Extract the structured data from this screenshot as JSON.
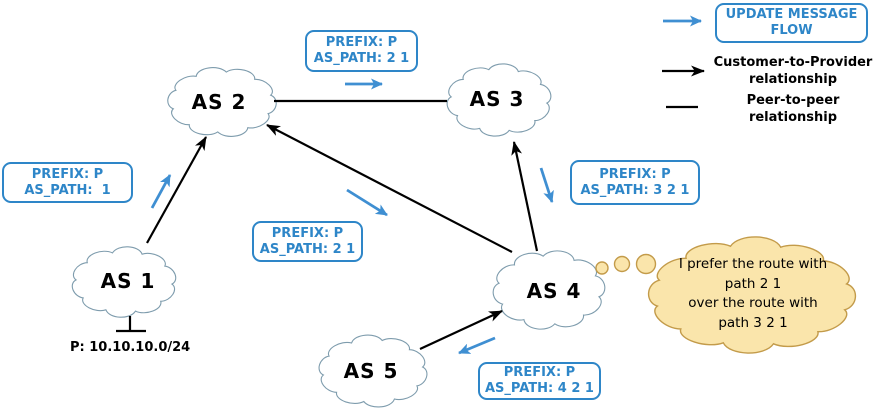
{
  "nodes": [
    {
      "label": "AS 1"
    },
    {
      "label": "AS 2"
    },
    {
      "label": "AS 3"
    },
    {
      "label": "AS 4"
    },
    {
      "label": "AS 5"
    }
  ],
  "prefix_origin": "P: 10.10.10.0/24",
  "update_boxes": [
    {
      "line1": "PREFIX: P",
      "line2": "AS_PATH:  1"
    },
    {
      "line1": "PREFIX: P",
      "line2": "AS_PATH: 2 1"
    },
    {
      "line1": "PREFIX: P",
      "line2": "AS_PATH: 2 1"
    },
    {
      "line1": "PREFIX: P",
      "line2": "AS_PATH: 3 2 1"
    },
    {
      "line1": "PREFIX: P",
      "line2": "AS_PATH: 4 2 1"
    }
  ],
  "legend": {
    "update_flow_label": "UPDATE MESSAGE FLOW",
    "c2p_label": "Customer-to-Provider relationship",
    "p2p_label": "Peer-to-peer relationship"
  },
  "thought_bubble": {
    "lines": [
      "I prefer the route with",
      "path 2 1",
      "over the route with",
      "path 3 2 1"
    ]
  },
  "colors": {
    "update_blue": "#2E86C8",
    "arrow_blue": "#3F8FD2",
    "edge_black": "#000000",
    "cloud_stroke": "#7E9CAD",
    "thought_fill": "#FAE5AB",
    "thought_stroke": "#C39B4A"
  }
}
